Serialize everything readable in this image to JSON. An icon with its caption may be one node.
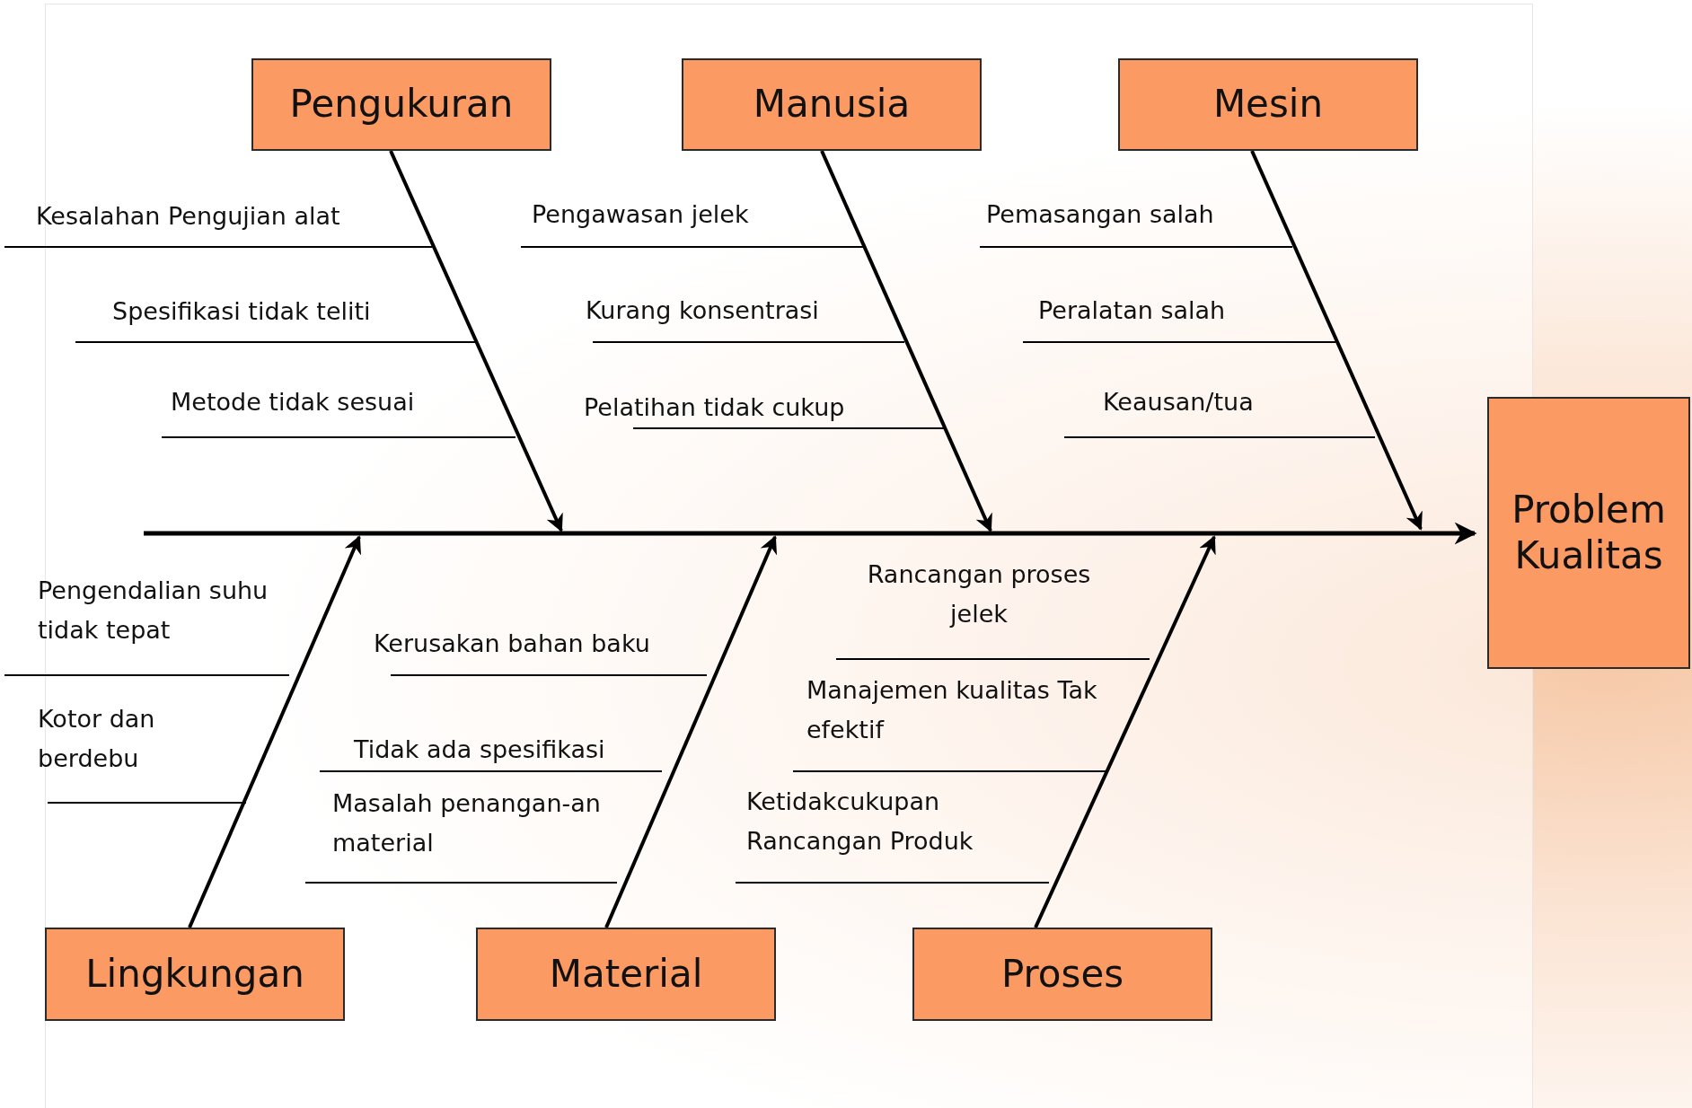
{
  "diagram": {
    "nodes": [
      {
        "text": [
          "Pengukuran"
        ]
      },
      {
        "text": [
          "Manusia"
        ]
      },
      {
        "text": [
          "Mesin"
        ]
      },
      {
        "text": [
          "Problem Kualitas"
        ]
      },
      {
        "text": [
          "Lingkungan"
        ]
      },
      {
        "text": [
          "Material"
        ]
      },
      {
        "text": [
          "Proses"
        ]
      }
    ],
    "edges": [
      {
        "from": 0,
        "to": null,
        "arrow": "to"
      },
      {
        "from": 1,
        "to": null,
        "arrow": "to"
      },
      {
        "from": 2,
        "to": null,
        "arrow": "to"
      },
      {
        "from": 4,
        "to": null,
        "arrow": "to"
      },
      {
        "from": 5,
        "to": null,
        "arrow": "to"
      },
      {
        "from": 6,
        "to": null,
        "arrow": "to"
      },
      {
        "from": null,
        "to": 3,
        "arrow": "to"
      }
    ],
    "labels": [
      "Kesalahan Pengujian alat",
      "Spesifikasi tidak teliti",
      "Metode tidak sesuai",
      "Pengawasan jelek",
      "Kurang konsentrasi",
      "Pelatihan tidak cukup",
      "Pemasangan salah",
      "Peralatan salah",
      "Keausan/tua",
      "Pengendalian suhu tidak tepat",
      "Kotor dan berdebu",
      "Kerusakan bahan baku",
      "Tidak ada spesifikasi",
      "Masalah penangan-an material",
      "Rancangan proses jelek",
      "Manajemen kualitas Tak efektif",
      "Ketidakcukupan Rancangan Produk"
    ]
  }
}
